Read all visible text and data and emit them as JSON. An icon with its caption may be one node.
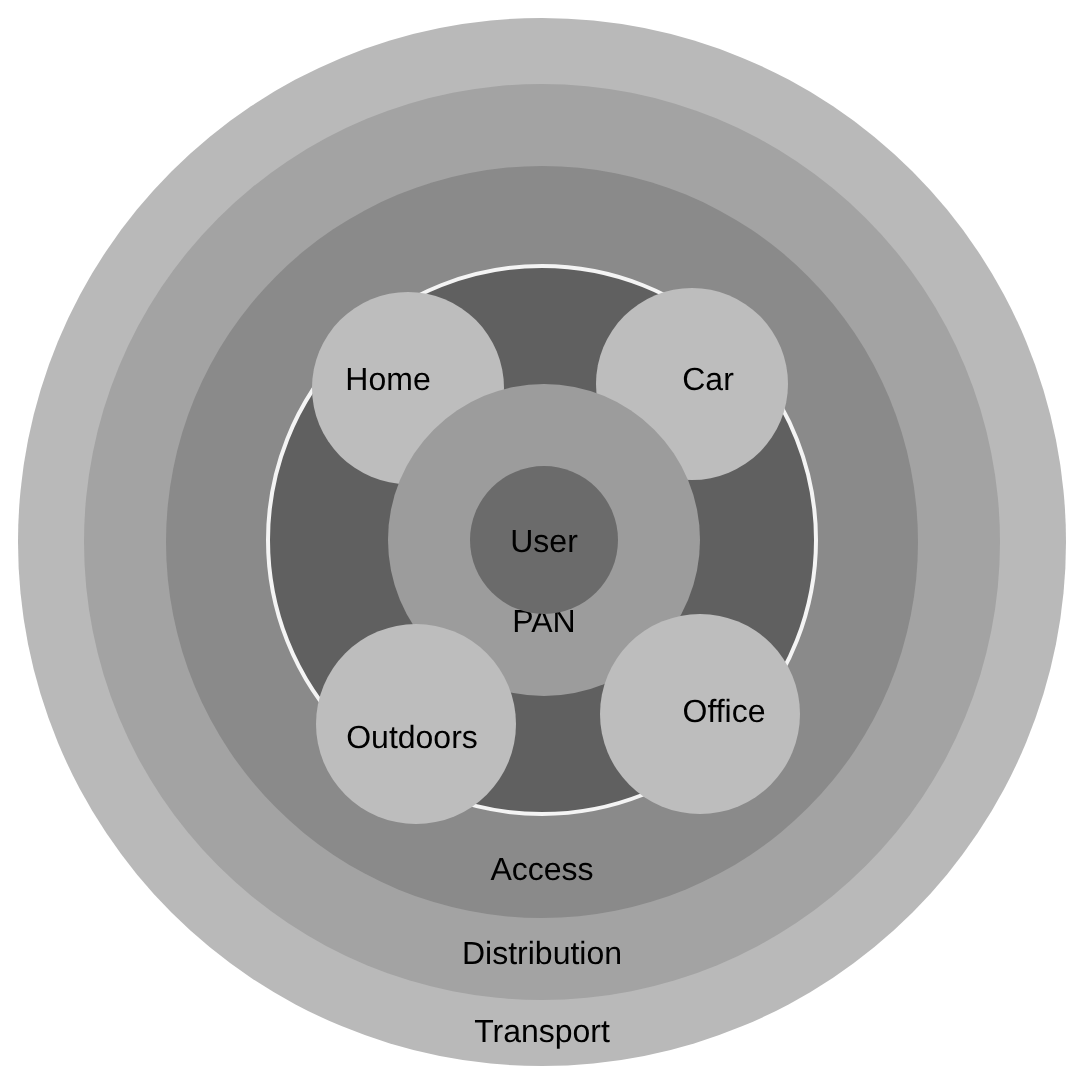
{
  "diagram": {
    "nodes": [
      {
        "text": [
          "Transport"
        ]
      },
      {
        "text": [
          "Distribution"
        ],
        "in": 0
      },
      {
        "text": [
          "Access"
        ],
        "in": 1
      },
      {
        "text": [],
        "shape": "circle",
        "in": 2
      },
      {
        "text": [
          "Home"
        ],
        "in": 3
      },
      {
        "text": [
          "Car"
        ],
        "in": 3
      },
      {
        "text": [
          "PAN"
        ],
        "in": 3
      },
      {
        "text": [
          "User"
        ],
        "in": 6
      },
      {
        "text": [
          "Outdoors"
        ],
        "in": 3
      },
      {
        "text": [
          "Office"
        ],
        "in": 3
      }
    ]
  }
}
